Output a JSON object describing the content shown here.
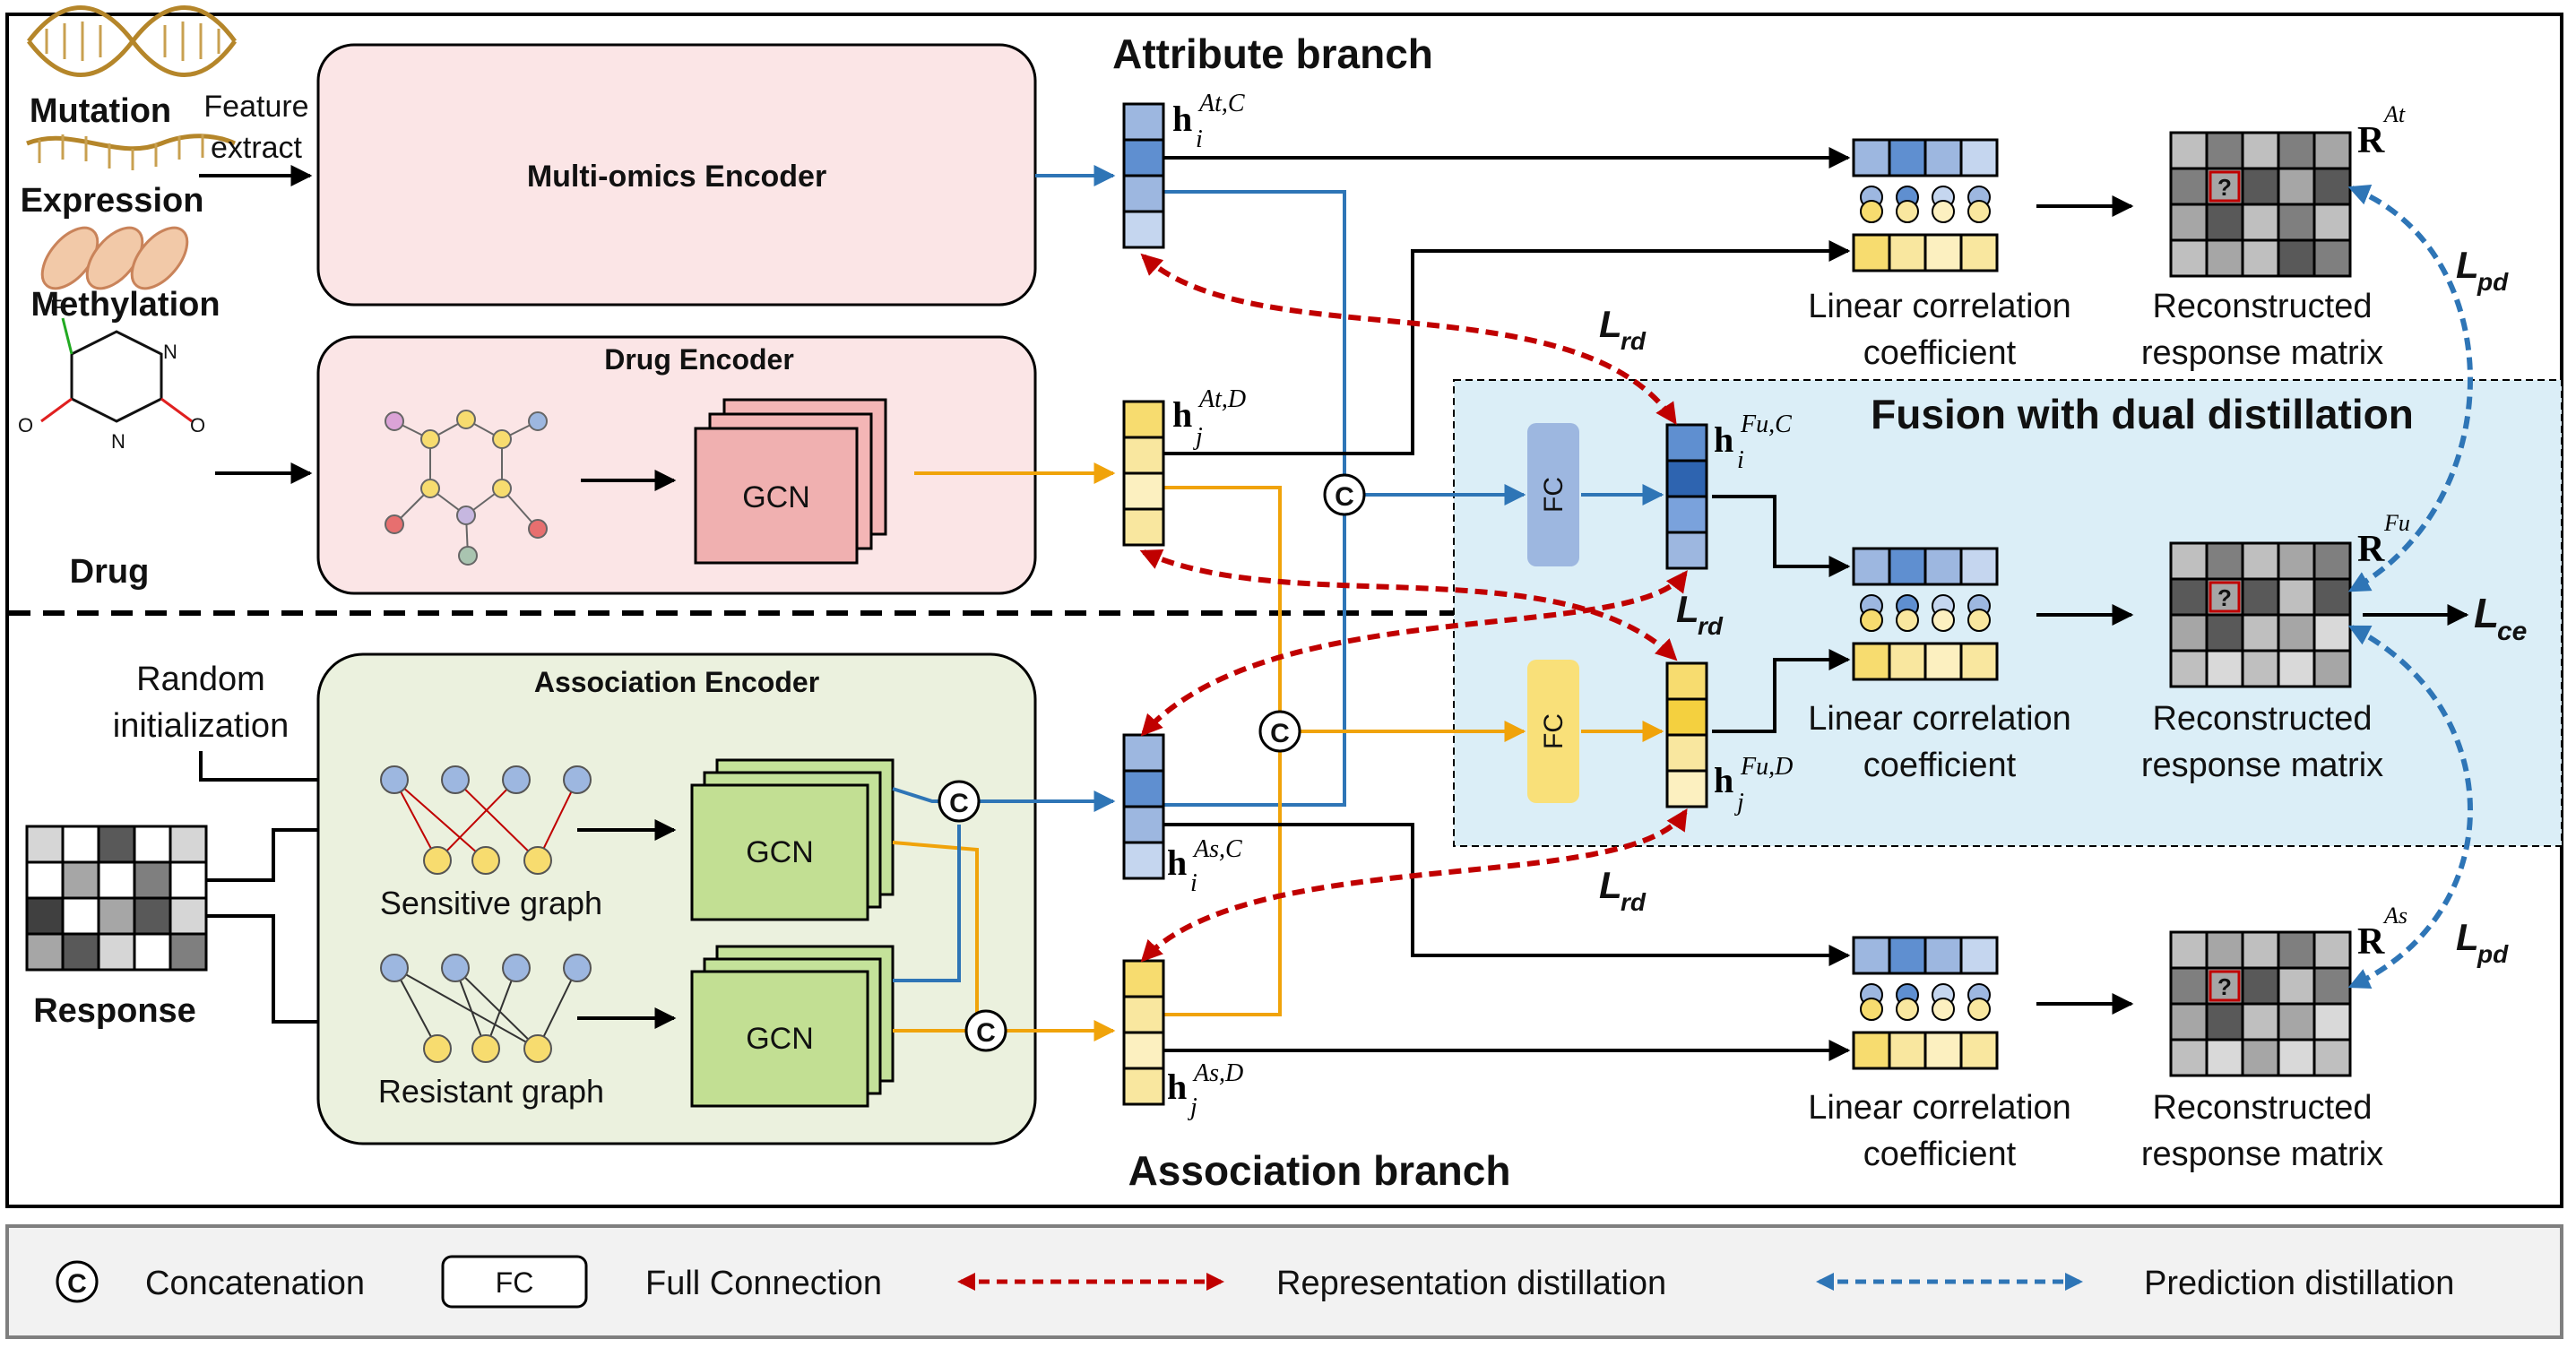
{
  "branches": {
    "attribute": "Attribute branch",
    "fusion": "Fusion with dual distillation",
    "association": "Association branch"
  },
  "inputs": {
    "mutation": "Mutation",
    "expression": "Expression",
    "methylation": "Methylation",
    "feature_extract_1": "Feature",
    "feature_extract_2": "extract",
    "drug": "Drug",
    "random_init_1": "Random",
    "random_init_2": "initialization",
    "response": "Response"
  },
  "encoders": {
    "multi_omics": "Multi-omics Encoder",
    "drug": "Drug Encoder",
    "association": "Association Encoder",
    "gcn": "GCN",
    "fc": "FC",
    "sensitive_graph": "Sensitive graph",
    "resistant_graph": "Resistant graph"
  },
  "embeddings": {
    "h_at_c": {
      "base": "h",
      "sub": "i",
      "sup": "At,C"
    },
    "h_at_d": {
      "base": "h",
      "sub": "j",
      "sup": "At,D"
    },
    "h_fu_c": {
      "base": "h",
      "sub": "i",
      "sup": "Fu,C"
    },
    "h_fu_d": {
      "base": "h",
      "sub": "j",
      "sup": "Fu,D"
    },
    "h_as_c": {
      "base": "h",
      "sub": "i",
      "sup": "As,C"
    },
    "h_as_d": {
      "base": "h",
      "sub": "j",
      "sup": "As,D"
    }
  },
  "outputs": {
    "lcc_1": "Linear correlation",
    "lcc_2": "coefficient",
    "rrm_1": "Reconstructed",
    "rrm_2": "response matrix",
    "r_at": {
      "base": "R",
      "sup": "At"
    },
    "r_fu": {
      "base": "R",
      "sup": "Fu"
    },
    "r_as": {
      "base": "R",
      "sup": "As"
    },
    "question": "?"
  },
  "losses": {
    "rd": {
      "base": "L",
      "sub": "rd"
    },
    "pd": {
      "base": "L",
      "sub": "pd"
    },
    "ce": {
      "base": "L",
      "sub": "ce"
    }
  },
  "concat_symbol": "C",
  "legend": {
    "concat_symbol": "C",
    "concatenation": "Concatenation",
    "fc": "FC",
    "full_connection": "Full Connection",
    "rep_distill": "Representation distillation",
    "pred_distill": "Prediction distillation"
  },
  "colors": {
    "red": "#c00000",
    "blue": "#2e75b6",
    "orange": "#f0a30a",
    "pink_box": "#fbe5e6",
    "green_box": "#ebf1de",
    "fusion_bg": "#dbeef7"
  }
}
